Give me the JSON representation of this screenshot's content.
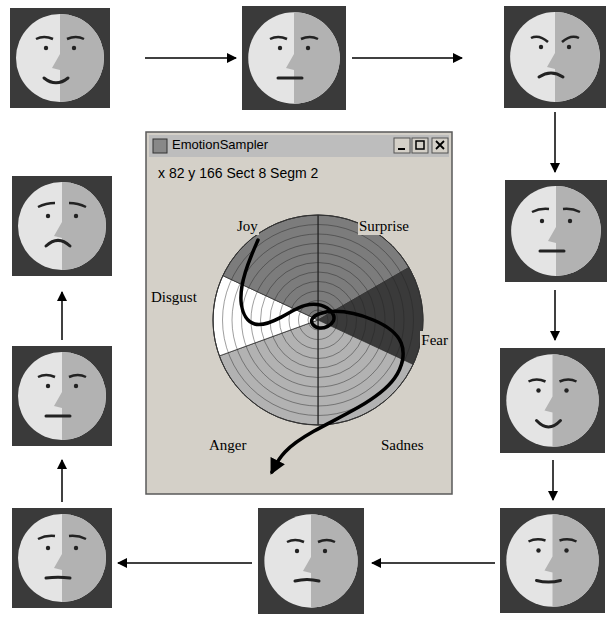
{
  "diagram": {
    "nodes": [
      {
        "text": [
          "EmotionSampler",
          "x 82 y 166 Sect 8 Segm 2"
        ]
      }
    ],
    "labels": [
      "Joy",
      "Surprise",
      "Disgust",
      "Fear",
      "Anger",
      "Sadnes"
    ]
  }
}
